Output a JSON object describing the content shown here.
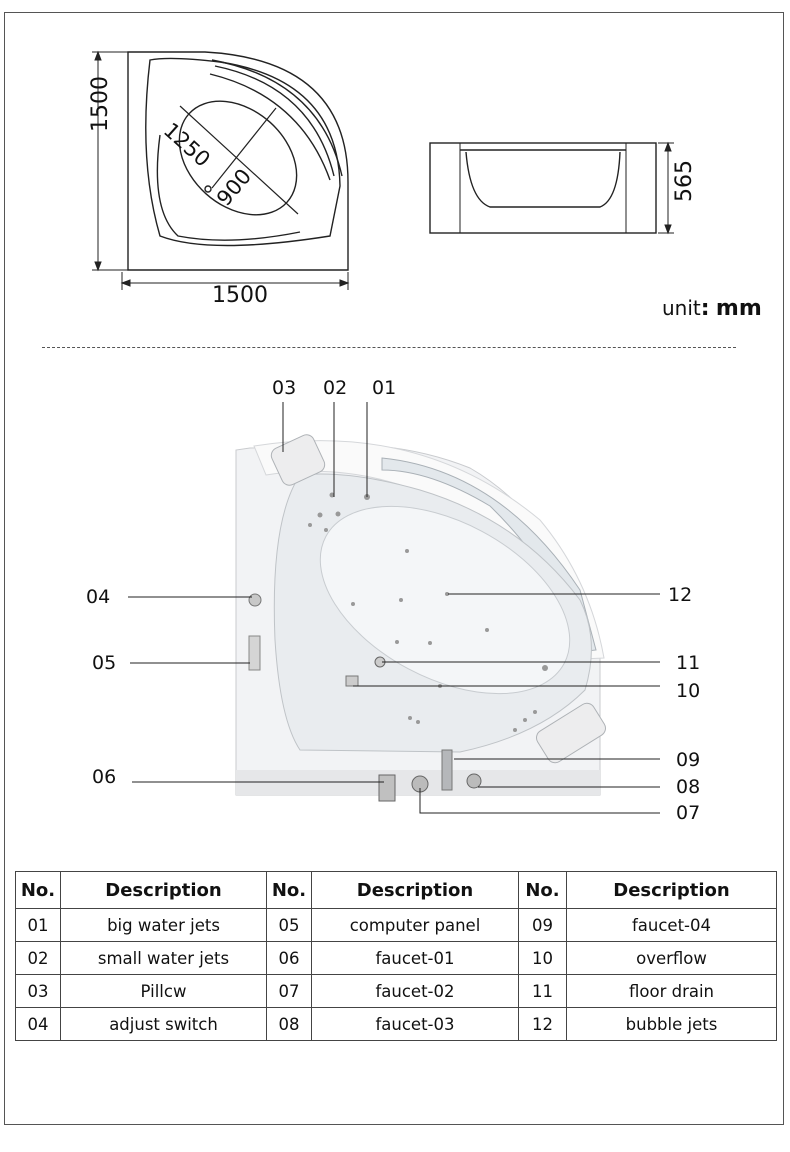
{
  "drawing": {
    "top_view": {
      "width": "1500",
      "depth": "1500",
      "inner_length": "1250",
      "inner_width": "900"
    },
    "side_view": {
      "height": "565"
    },
    "unit": {
      "prefix": "unit",
      "sep": ":",
      "value": "mm"
    }
  },
  "callouts": {
    "c01": "01",
    "c02": "02",
    "c03": "03",
    "c04": "04",
    "c05": "05",
    "c06": "06",
    "c07": "07",
    "c08": "08",
    "c09": "09",
    "c10": "10",
    "c11": "11",
    "c12": "12"
  },
  "table": {
    "headers": {
      "no": "No.",
      "desc": "Description"
    },
    "rows": [
      [
        {
          "no": "01",
          "desc": "big water jets"
        },
        {
          "no": "05",
          "desc": "computer panel"
        },
        {
          "no": "09",
          "desc": "faucet-04"
        }
      ],
      [
        {
          "no": "02",
          "desc": "small water jets"
        },
        {
          "no": "06",
          "desc": "faucet-01"
        },
        {
          "no": "10",
          "desc": "overflow"
        }
      ],
      [
        {
          "no": "03",
          "desc": "Pillcw"
        },
        {
          "no": "07",
          "desc": "faucet-02"
        },
        {
          "no": "11",
          "desc": "floor drain"
        }
      ],
      [
        {
          "no": "04",
          "desc": "adjust switch"
        },
        {
          "no": "08",
          "desc": "faucet-03"
        },
        {
          "no": "12",
          "desc": "bubble jets"
        }
      ]
    ]
  }
}
